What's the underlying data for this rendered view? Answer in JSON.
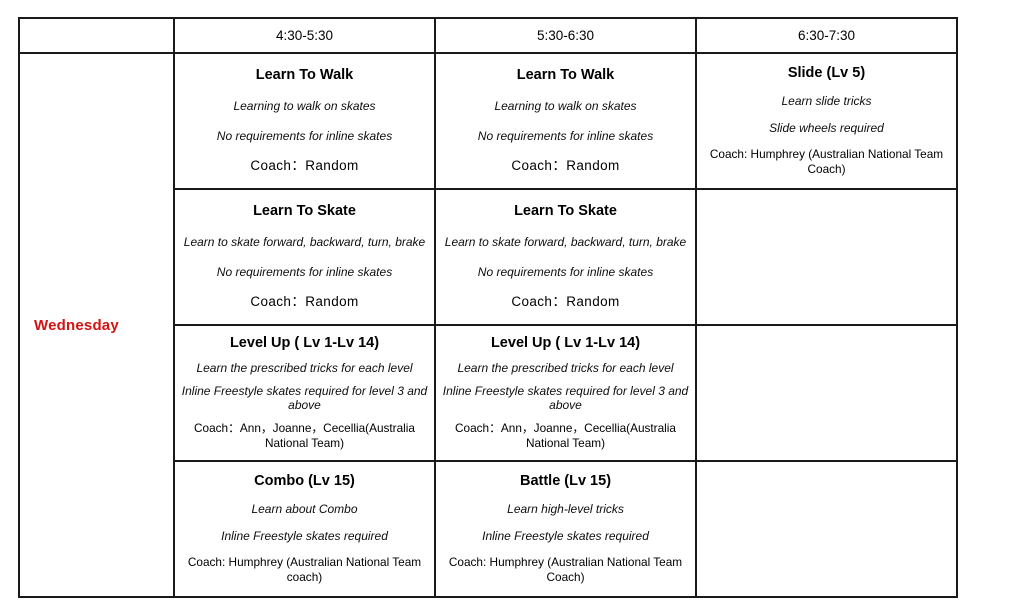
{
  "table": {
    "day_column_header": "",
    "time_slots": [
      "4:30-5:30",
      "5:30-6:30",
      "6:30-7:30"
    ],
    "day": "Wednesday",
    "day_color": "#d41212",
    "colors": {
      "learn_to_walk": "#d9d9d9",
      "learn_to_skate": "#c0c0c0",
      "level_up": "#f0caf9",
      "combo_battle": "#f0caf9",
      "slide": "#9ad5af",
      "empty": "#ffffff",
      "border": "#1a1a1a"
    },
    "rows": [
      {
        "row_name": "learn-to-walk",
        "cells": [
          {
            "title": "Learn To Walk",
            "desc": "Learning to walk on skates",
            "req": "No requirements for inline skates",
            "coach": "Coach：Random"
          },
          {
            "title": "Learn To Walk",
            "desc": "Learning to walk on skates",
            "req": "No requirements for inline skates",
            "coach": "Coach：Random"
          },
          {
            "title": "Slide  (Lv 5)",
            "desc": "Learn slide tricks",
            "req": "Slide wheels required",
            "coach": "Coach: Humphrey (Australian National Team Coach)"
          }
        ]
      },
      {
        "row_name": "learn-to-skate",
        "cells": [
          {
            "title": "Learn To Skate",
            "desc": "Learn to skate forward, backward, turn, brake",
            "req": "No requirements for inline skates",
            "coach": "Coach：Random"
          },
          {
            "title": "Learn To Skate",
            "desc": "Learn to skate forward, backward, turn, brake",
            "req": "No requirements for inline skates",
            "coach": "Coach：Random"
          },
          {
            "title": "",
            "desc": "",
            "req": "",
            "coach": ""
          }
        ]
      },
      {
        "row_name": "level-up",
        "cells": [
          {
            "title": "Level Up ( Lv 1-Lv 14)",
            "desc": "Learn the prescribed tricks for each level",
            "req": "Inline Freestyle skates required for level 3 and above",
            "coach": "Coach：Ann，Joanne，Cecellia(Australia National Team)"
          },
          {
            "title": "Level Up ( Lv 1-Lv 14)",
            "desc": "Learn the prescribed tricks for each level",
            "req": "Inline Freestyle skates required for level 3 and above",
            "coach": "Coach：Ann，Joanne，Cecellia(Australia National Team)"
          },
          {
            "title": "",
            "desc": "",
            "req": "",
            "coach": ""
          }
        ]
      },
      {
        "row_name": "combo-battle",
        "cells": [
          {
            "title": "Combo (Lv 15)",
            "desc": "Learn about Combo",
            "req": "Inline Freestyle skates required",
            "coach": "Coach: Humphrey (Australian National Team coach)"
          },
          {
            "title": "Battle  (Lv 15)",
            "desc": "Learn high-level tricks",
            "req": "Inline Freestyle skates required",
            "coach": "Coach: Humphrey (Australian National Team Coach)"
          },
          {
            "title": "",
            "desc": "",
            "req": "",
            "coach": ""
          }
        ]
      }
    ]
  }
}
